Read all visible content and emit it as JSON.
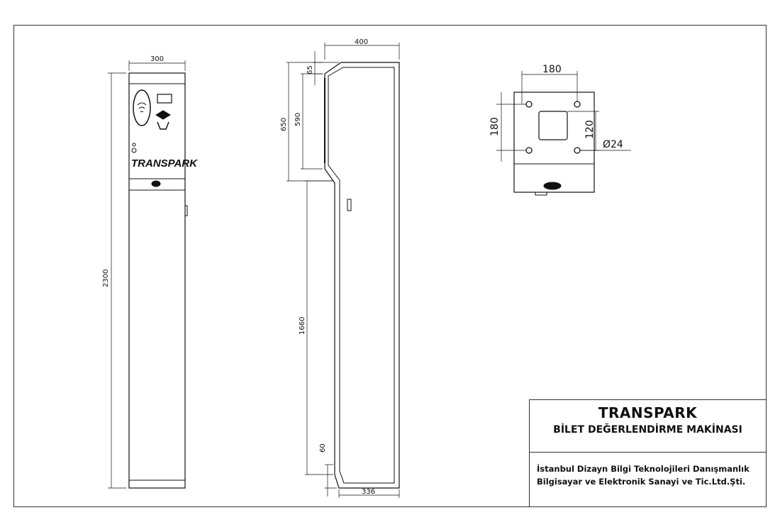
{
  "drawing": {
    "front_view": {
      "width_label": "300",
      "height_label": "2300",
      "brand_label": "TRANSPARK"
    },
    "side_view": {
      "top_width_label": "400",
      "top_offset_label": "65",
      "head_height_label": "650",
      "head_inner_label": "590",
      "body_height_label": "1660",
      "bottom_offset_label": "60",
      "bottom_width_label": "336"
    },
    "top_view": {
      "hole_spacing_x_label": "180",
      "hole_spacing_y_label": "180",
      "inner_offset_label": "120",
      "hole_diameter_label": "Ø24"
    }
  },
  "title_block": {
    "title": "TRANSPARK",
    "subtitle": "BİLET DEĞERLENDİRME MAKİNASI",
    "company_line1": "İstanbul Dizayn Bilgi Teknolojileri Danışmanlık",
    "company_line2": "Bilgisayar ve Elektronik Sanayi ve Tic.Ltd.Şti."
  },
  "colors": {
    "line": "#111111",
    "frame": "#333333"
  }
}
